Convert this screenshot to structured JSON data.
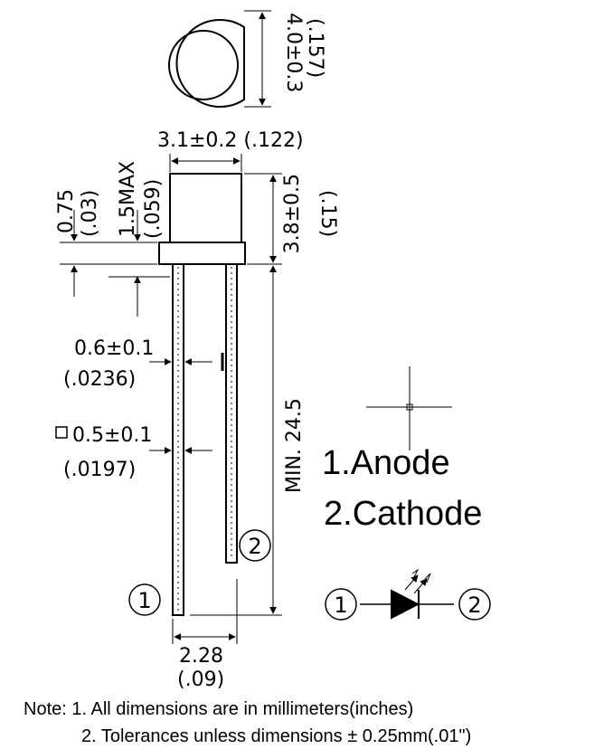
{
  "dimensions": {
    "diameter": "4.0±0.3",
    "diameter_in": "(.157)",
    "body_width": "3.1±0.2 (.122)",
    "body_height": "3.8±0.5",
    "body_height_in": "(.15)",
    "flange": "0.75",
    "flange_in": "(.03)",
    "dome_max": "1.5MAX",
    "dome_max_in": "(.059)",
    "lead_width": "0.6±0.1",
    "lead_width_in": "(.0236)",
    "lead_square": "0.5±0.1",
    "lead_square_in": "(.0197)",
    "lead_length": "MIN. 24.5",
    "pitch": "2.28",
    "pitch_in": "(.09)"
  },
  "pins": {
    "pin1_marker": "1",
    "pin2_marker": "2",
    "pin1_label": "1.Anode",
    "pin2_label": "2.Cathode"
  },
  "notes": {
    "line1": "Note: 1. All dimensions are in millimeters(inches)",
    "line2": "2. Tolerances unless dimensions ± 0.25mm(.01\")"
  }
}
